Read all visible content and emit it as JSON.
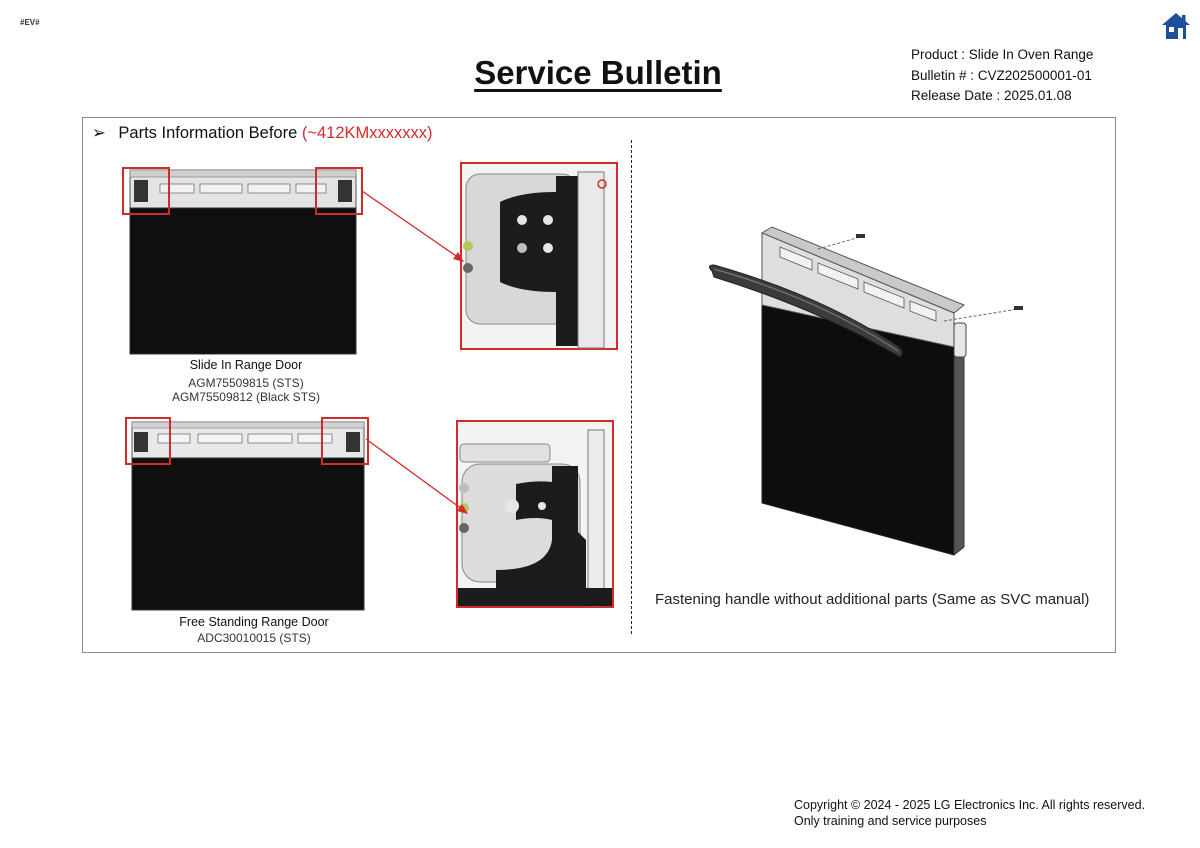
{
  "document_tag": "#EV#",
  "title": "Service Bulletin",
  "meta": {
    "product": "Product : Slide In Oven Range",
    "bulletin": "Bulletin # : CVZ202500001-01",
    "release_date": "Release Date : 2025.01.08"
  },
  "section": {
    "bullet": "➢",
    "heading": "Parts Information Before",
    "heading_highlight": "(~412KMxxxxxxx)"
  },
  "parts": [
    {
      "name": "Slide In Range Door",
      "codes": [
        "AGM75509815 (STS)",
        "AGM75509812 (Black STS)"
      ]
    },
    {
      "name": "Free Standing Range Door",
      "codes": [
        "ADC30010015 (STS)"
      ]
    }
  ],
  "assembly_note": "Fastening handle without additional parts (Same as SVC manual)",
  "footer": {
    "copyright": "Copyright © 2024 - 2025 LG Electronics Inc. All rights reserved.",
    "purpose": "Only training and service purposes"
  },
  "colors": {
    "highlight_red": "#d42a2a",
    "home_icon_blue": "#1f4f9a",
    "panel_border": "#8a8a8a"
  }
}
